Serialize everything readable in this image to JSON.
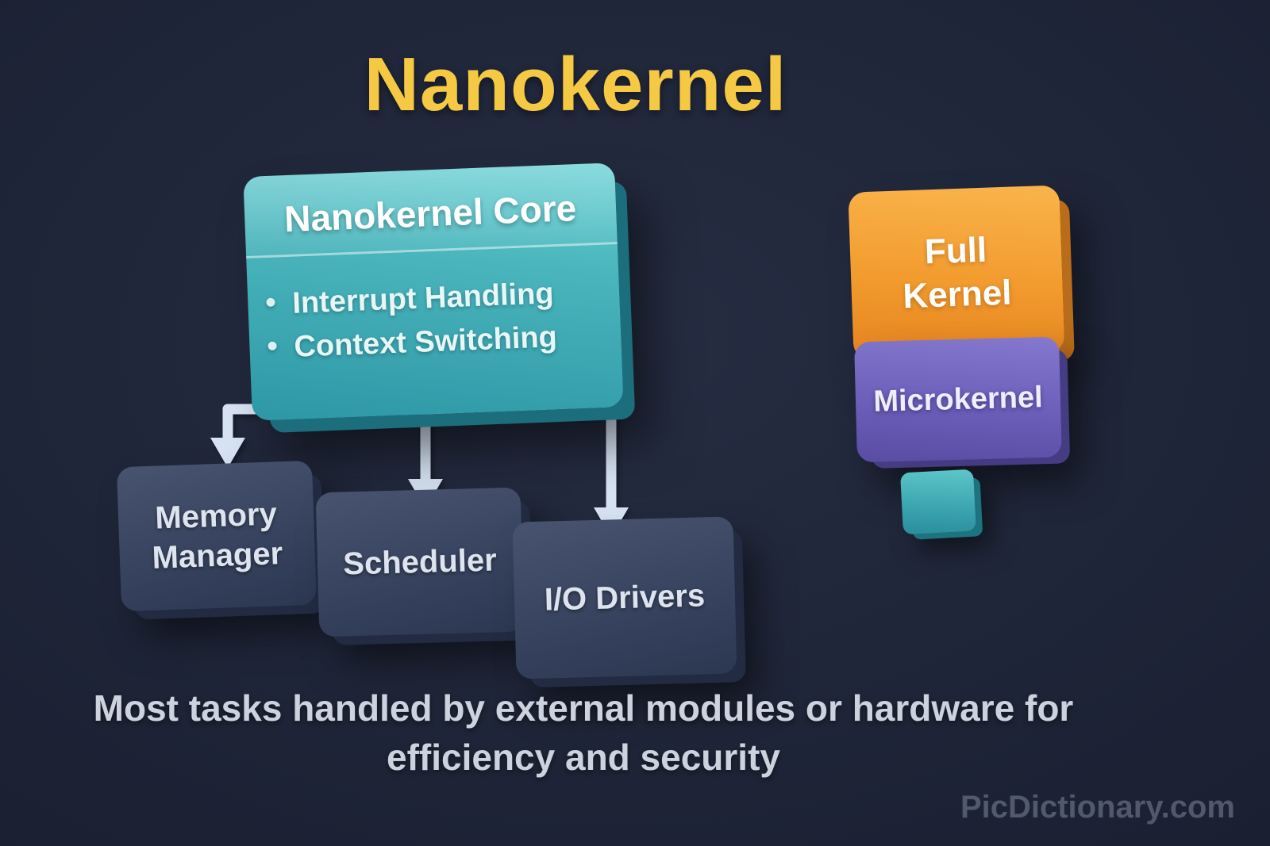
{
  "page": {
    "title": "Nanokernel",
    "caption": "Most tasks handled by external modules or hardware for efficiency and security",
    "watermark": "PicDictionary.com"
  },
  "core": {
    "title": "Nanokernel Core",
    "bullets": [
      "Interrupt Handling",
      "Context Switching"
    ]
  },
  "modules": [
    {
      "label": "Memory Manager"
    },
    {
      "label": "Scheduler"
    },
    {
      "label": "I/O Drivers"
    }
  ],
  "comparison": {
    "full_kernel_label": "Full Kernel",
    "microkernel_label": "Microkernel"
  },
  "colors": {
    "background": "#1c2234",
    "title_yellow": "#f6c945",
    "core_teal": "#45b1b9",
    "module_navy": "#3a4663",
    "full_kernel_orange": "#f29b2e",
    "microkernel_purple": "#6c5fba",
    "nano_cube_teal": "#3aa4af",
    "arrow": "#d7e3f3",
    "caption_gray": "#ccd2de"
  }
}
